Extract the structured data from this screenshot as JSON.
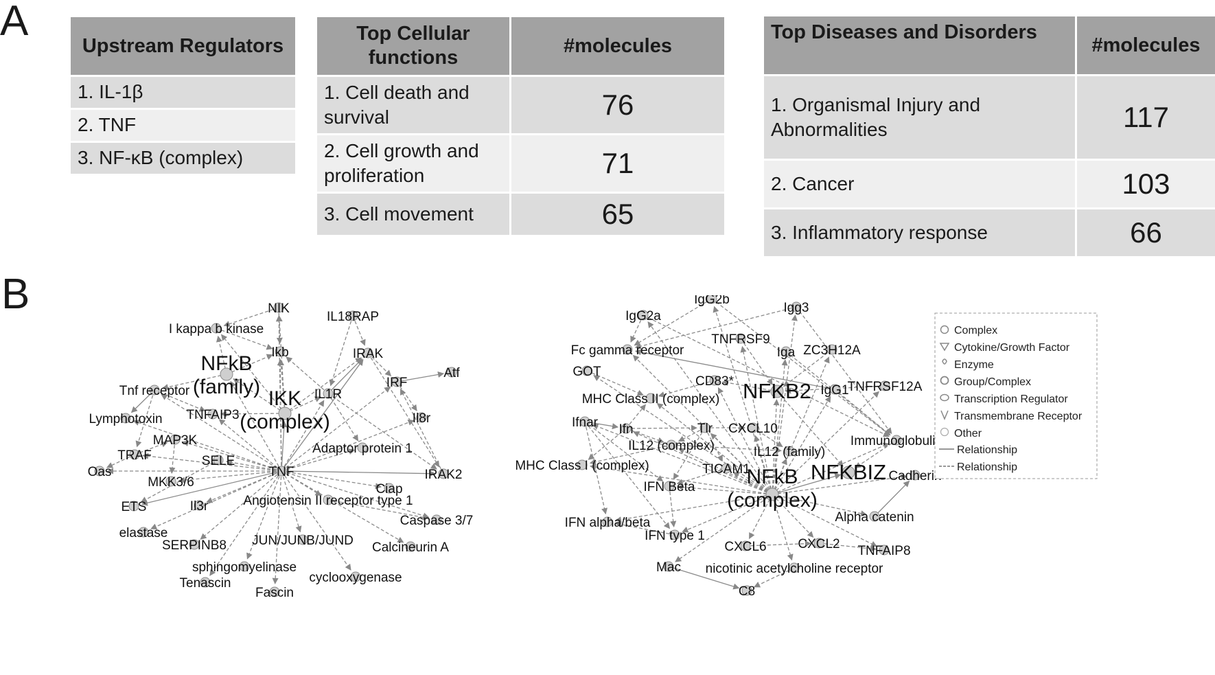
{
  "panel_labels": {
    "a": "A",
    "b": "B"
  },
  "upstream": {
    "header": "Upstream Regulators",
    "rows": [
      "1. IL-1β",
      "2. TNF",
      "3. NF-κB (complex)"
    ]
  },
  "cellular": {
    "headers": [
      "Top Cellular functions",
      "#molecules"
    ],
    "rows": [
      {
        "label": "1. Cell death and survival",
        "count": "76"
      },
      {
        "label": "2. Cell growth and proliferation",
        "count": "71"
      },
      {
        "label": "3. Cell movement",
        "count": "65"
      }
    ]
  },
  "diseases": {
    "headers": [
      "Top Diseases and Disorders",
      "#molecules"
    ],
    "rows": [
      {
        "label": "1. Organismal Injury and Abnormalities",
        "count": "117"
      },
      {
        "label": "2. Cancer",
        "count": "103"
      },
      {
        "label": "3. Inflammatory response",
        "count": "66"
      }
    ]
  },
  "network1": {
    "nodes": [
      {
        "id": "NIK",
        "label": "NIK"
      },
      {
        "id": "IL18RAP",
        "label": "IL18RAP"
      },
      {
        "id": "IKB_KINASE",
        "label": "I kappa b kinase"
      },
      {
        "id": "NFKB_FAM",
        "label": "NFkB (family)",
        "big": true
      },
      {
        "id": "IKB",
        "label": "Ikb"
      },
      {
        "id": "IRAK",
        "label": "IRAK"
      },
      {
        "id": "IRF",
        "label": "IRF"
      },
      {
        "id": "ATF",
        "label": "Atf"
      },
      {
        "id": "TNFR",
        "label": "Tnf receptor"
      },
      {
        "id": "IL1R",
        "label": "IL1R"
      },
      {
        "id": "IKK",
        "label": "IKK (complex)",
        "big": true
      },
      {
        "id": "LTX",
        "label": "Lymphotoxin"
      },
      {
        "id": "TNFAIP3",
        "label": "TNFAIP3"
      },
      {
        "id": "IL8R",
        "label": "Il8r"
      },
      {
        "id": "MAP3K",
        "label": "MAP3K"
      },
      {
        "id": "ADAPTOR",
        "label": "Adaptor protein 1"
      },
      {
        "id": "TRAF",
        "label": "TRAF"
      },
      {
        "id": "SELE",
        "label": "SELE"
      },
      {
        "id": "OAS",
        "label": "Oas"
      },
      {
        "id": "TNF",
        "label": "TNF"
      },
      {
        "id": "IRAK2",
        "label": "IRAK2"
      },
      {
        "id": "MKK",
        "label": "MKK3/6"
      },
      {
        "id": "CIAP",
        "label": "Ciap"
      },
      {
        "id": "ATR",
        "label": "Angiotensin II receptor type 1"
      },
      {
        "id": "ETS",
        "label": "ETS"
      },
      {
        "id": "IL3R",
        "label": "Il3r"
      },
      {
        "id": "CASP",
        "label": "Caspase 3/7"
      },
      {
        "id": "ELAS",
        "label": "elastase"
      },
      {
        "id": "SERP",
        "label": "SERPINB8"
      },
      {
        "id": "JUN",
        "label": "JUN/JUNB/JUND"
      },
      {
        "id": "CALC",
        "label": "Calcineurin A"
      },
      {
        "id": "SPH",
        "label": "sphingomyelinase"
      },
      {
        "id": "TEN",
        "label": "Tenascin"
      },
      {
        "id": "COX",
        "label": "cyclooxygenase"
      },
      {
        "id": "FAS",
        "label": "Fascin"
      }
    ],
    "edges": [
      [
        "TNF",
        "NFKB_FAM"
      ],
      [
        "TNF",
        "IKK"
      ],
      [
        "TNF",
        "IKB"
      ],
      [
        "TNF",
        "NIK"
      ],
      [
        "TNF",
        "IL1R"
      ],
      [
        "TNF",
        "IRAK"
      ],
      [
        "TNF",
        "IRF"
      ],
      [
        "TNF",
        "IL8R"
      ],
      [
        "TNF",
        "ADAPTOR"
      ],
      [
        "TNF",
        "IRAK2"
      ],
      [
        "TNF",
        "CIAP"
      ],
      [
        "TNF",
        "CASP"
      ],
      [
        "TNF",
        "CALC"
      ],
      [
        "TNF",
        "COX"
      ],
      [
        "TNF",
        "FAS"
      ],
      [
        "TNF",
        "TEN"
      ],
      [
        "TNF",
        "SPH"
      ],
      [
        "TNF",
        "JUN"
      ],
      [
        "TNF",
        "SERP"
      ],
      [
        "TNF",
        "ELAS"
      ],
      [
        "TNF",
        "ETS"
      ],
      [
        "TNF",
        "IL3R"
      ],
      [
        "TNF",
        "MKK"
      ],
      [
        "TNF",
        "OAS"
      ],
      [
        "TNF",
        "TRAF"
      ],
      [
        "TNF",
        "SELE"
      ],
      [
        "TNF",
        "MAP3K"
      ],
      [
        "TNF",
        "LTX"
      ],
      [
        "TNF",
        "TNFAIP3"
      ],
      [
        "TNF",
        "TNFR"
      ],
      [
        "TNF",
        "ATR"
      ],
      [
        "IKK",
        "NFKB_FAM"
      ],
      [
        "IKK",
        "IKB"
      ],
      [
        "IKK",
        "NIK"
      ],
      [
        "IKK",
        "IKB_KINASE"
      ],
      [
        "IKK",
        "TNFAIP3"
      ],
      [
        "IKK",
        "IL1R"
      ],
      [
        "IKK",
        "IRAK"
      ],
      [
        "NFKB_FAM",
        "IKB"
      ],
      [
        "NFKB_FAM",
        "TNFR"
      ],
      [
        "NFKB_FAM",
        "IKB_KINASE"
      ],
      [
        "IKB_KINASE",
        "IKB"
      ],
      [
        "NIK",
        "IKB_KINASE"
      ],
      [
        "NIK",
        "IKB"
      ],
      [
        "IL18RAP",
        "IRAK"
      ],
      [
        "IL18RAP",
        "IL1R"
      ],
      [
        "IL1R",
        "IRAK"
      ],
      [
        "IL1R",
        "IKB"
      ],
      [
        "IRAK",
        "IRF"
      ],
      [
        "IRF",
        "ATF"
      ],
      [
        "IRF",
        "IL8R"
      ],
      [
        "IRAK",
        "IRAK2"
      ],
      [
        "IL1R",
        "ADAPTOR"
      ],
      [
        "TNFR",
        "TRAF"
      ],
      [
        "TNFR",
        "LTX"
      ],
      [
        "MAP3K",
        "MKK"
      ],
      [
        "TRAF",
        "MAP3K"
      ],
      [
        "TRAF",
        "OAS"
      ],
      [
        "TNFR",
        "TNFAIP3"
      ],
      [
        "IRAK2",
        "IRF"
      ],
      [
        "ATR",
        "CASP"
      ],
      [
        "IL1R",
        "IRAK2"
      ],
      [
        "SELE",
        "ETS"
      ]
    ],
    "solid": [
      [
        "TNF",
        "IKK"
      ],
      [
        "TNF",
        "IRAK"
      ],
      [
        "IRF",
        "ATF"
      ],
      [
        "TNF",
        "ETS"
      ],
      [
        "TNFR",
        "LTX"
      ],
      [
        "TNF",
        "IRAK2"
      ],
      [
        "IL1R",
        "IRAK"
      ]
    ]
  },
  "network2": {
    "nodes": [
      {
        "id": "IGG2B",
        "label": "IgG2b"
      },
      {
        "id": "IGG3",
        "label": "Igg3"
      },
      {
        "id": "IGG2A",
        "label": "IgG2a"
      },
      {
        "id": "TNFRSF9",
        "label": "TNFRSF9"
      },
      {
        "id": "FCGR",
        "label": "Fc gamma receptor"
      },
      {
        "id": "IGA",
        "label": "Iga"
      },
      {
        "id": "ZC3H12A",
        "label": "ZC3H12A"
      },
      {
        "id": "GOT",
        "label": "GOT"
      },
      {
        "id": "CD83",
        "label": "CD83*"
      },
      {
        "id": "NFKB2",
        "label": "NFKB2",
        "big": true
      },
      {
        "id": "IGG1",
        "label": "IgG1"
      },
      {
        "id": "TNFRSF12A",
        "label": "TNFRSF12A"
      },
      {
        "id": "MHC2",
        "label": "MHC Class II (complex)"
      },
      {
        "id": "IFNAR",
        "label": "Ifnar"
      },
      {
        "id": "IFN",
        "label": "Ifn"
      },
      {
        "id": "TLR",
        "label": "Tlr"
      },
      {
        "id": "CXCL10",
        "label": "CXCL10"
      },
      {
        "id": "IMMUNO",
        "label": "Immunoglobulin"
      },
      {
        "id": "IL12C",
        "label": "IL12 (complex)"
      },
      {
        "id": "IL12F",
        "label": "IL12 (family)"
      },
      {
        "id": "MHC1",
        "label": "MHC Class I (complex)"
      },
      {
        "id": "TICAM1",
        "label": "TICAM1"
      },
      {
        "id": "NFKBIZ",
        "label": "NFKBIZ",
        "big": true
      },
      {
        "id": "CADH",
        "label": "Cadherin"
      },
      {
        "id": "IFNB",
        "label": "IFN Beta"
      },
      {
        "id": "NFKBC",
        "label": "NFkB (complex)",
        "big": true
      },
      {
        "id": "ALPHAC",
        "label": "Alpha catenin"
      },
      {
        "id": "IFNAB",
        "label": "IFN alpha/beta"
      },
      {
        "id": "IFNT1",
        "label": "IFN type 1"
      },
      {
        "id": "CXCL6",
        "label": "CXCL6"
      },
      {
        "id": "CXCL2",
        "label": "CXCL2"
      },
      {
        "id": "TNFAIP8",
        "label": "TNFAIP8"
      },
      {
        "id": "MAC",
        "label": "Mac"
      },
      {
        "id": "NACHR",
        "label": "nicotinic acetylcholine receptor"
      },
      {
        "id": "C8",
        "label": "C8"
      }
    ],
    "edges": [
      [
        "NFKBC",
        "NFKB2"
      ],
      [
        "NFKBC",
        "NFKBIZ"
      ],
      [
        "NFKBC",
        "TICAM1"
      ],
      [
        "NFKBC",
        "CXCL10"
      ],
      [
        "NFKBC",
        "IL12C"
      ],
      [
        "NFKBC",
        "IL12F"
      ],
      [
        "NFKBC",
        "IFNB"
      ],
      [
        "NFKBC",
        "TLR"
      ],
      [
        "NFKBC",
        "IFN"
      ],
      [
        "NFKBC",
        "CD83"
      ],
      [
        "NFKBC",
        "IGA"
      ],
      [
        "NFKBC",
        "IGG1"
      ],
      [
        "NFKBC",
        "IGG2A"
      ],
      [
        "NFKBC",
        "IGG2B"
      ],
      [
        "NFKBC",
        "IGG3"
      ],
      [
        "NFKBC",
        "TNFRSF9"
      ],
      [
        "NFKBC",
        "ZC3H12A"
      ],
      [
        "NFKBC",
        "TNFRSF12A"
      ],
      [
        "NFKBC",
        "IMMUNO"
      ],
      [
        "NFKBC",
        "CADH"
      ],
      [
        "NFKBC",
        "ALPHAC"
      ],
      [
        "NFKBC",
        "CXCL2"
      ],
      [
        "NFKBC",
        "CXCL6"
      ],
      [
        "NFKBC",
        "TNFAIP8"
      ],
      [
        "NFKBC",
        "IFNT1"
      ],
      [
        "NFKBC",
        "IFNAB"
      ],
      [
        "NFKBC",
        "MHC1"
      ],
      [
        "NFKBC",
        "MHC2"
      ],
      [
        "NFKBC",
        "IFNAR"
      ],
      [
        "NFKBC",
        "GOT"
      ],
      [
        "NFKBC",
        "FCGR"
      ],
      [
        "NFKBC",
        "NACHR"
      ],
      [
        "NFKBC",
        "MAC"
      ],
      [
        "IGG2A",
        "FCGR"
      ],
      [
        "IGG2B",
        "FCGR"
      ],
      [
        "IGG3",
        "FCGR"
      ],
      [
        "IGG1",
        "FCGR"
      ],
      [
        "IGA",
        "IMMUNO"
      ],
      [
        "IGG1",
        "IMMUNO"
      ],
      [
        "IGG3",
        "IMMUNO"
      ],
      [
        "IGG2A",
        "IMMUNO"
      ],
      [
        "IGG2B",
        "IMMUNO"
      ],
      [
        "TLR",
        "TICAM1"
      ],
      [
        "TLR",
        "IL12C"
      ],
      [
        "TLR",
        "CXCL10"
      ],
      [
        "TLR",
        "IFNB"
      ],
      [
        "IFNAR",
        "IFN"
      ],
      [
        "IFNAR",
        "IFNB"
      ],
      [
        "IFNAR",
        "IFNAB"
      ],
      [
        "IFNAR",
        "IFNT1"
      ],
      [
        "IFN",
        "IL12C"
      ],
      [
        "IFN",
        "MHC1"
      ],
      [
        "IFN",
        "MHC2"
      ],
      [
        "IL12C",
        "IL12F"
      ],
      [
        "NFKB2",
        "CD83"
      ],
      [
        "NFKB2",
        "NFKBIZ"
      ],
      [
        "ALPHAC",
        "CADH"
      ],
      [
        "MAC",
        "C8"
      ],
      [
        "NACHR",
        "C8"
      ],
      [
        "CXCL10",
        "IL12F"
      ],
      [
        "IMMUNO",
        "NFKBIZ"
      ],
      [
        "TICAM1",
        "IFNB"
      ],
      [
        "GOT",
        "MHC2"
      ],
      [
        "IFNT1",
        "IFNAB"
      ],
      [
        "CXCL2",
        "TNFAIP8"
      ],
      [
        "TNFRSF9",
        "NFKB2"
      ],
      [
        "ZC3H12A",
        "NFKB2"
      ],
      [
        "TNFRSF12A",
        "NFKB2"
      ],
      [
        "CD83",
        "MHC2"
      ],
      [
        "IFN",
        "TLR"
      ],
      [
        "IL12C",
        "MHC1"
      ],
      [
        "IFNB",
        "IFNT1"
      ],
      [
        "CXCL6",
        "CXCL2"
      ]
    ],
    "solid": [
      [
        "ALPHAC",
        "CADH"
      ],
      [
        "MAC",
        "C8"
      ],
      [
        "IFNAR",
        "IFN"
      ],
      [
        "FCGR",
        "IGG1"
      ],
      [
        "NFKBC",
        "NFKBIZ"
      ]
    ]
  },
  "legend": {
    "items": [
      {
        "icon": "complex-icon",
        "label": "Complex"
      },
      {
        "icon": "cytokine-icon",
        "label": "Cytokine/Growth Factor"
      },
      {
        "icon": "enzyme-icon",
        "label": "Enzyme"
      },
      {
        "icon": "group-icon",
        "label": "Group/Complex"
      },
      {
        "icon": "transcription-regulator-icon",
        "label": "Transcription Regulator"
      },
      {
        "icon": "transmembrane-receptor-icon",
        "label": "Transmembrane Receptor"
      },
      {
        "icon": "other-icon",
        "label": "Other"
      },
      {
        "icon": "solid-line-icon",
        "label": "Relationship"
      },
      {
        "icon": "dashed-line-icon",
        "label": "Relationship"
      }
    ]
  }
}
